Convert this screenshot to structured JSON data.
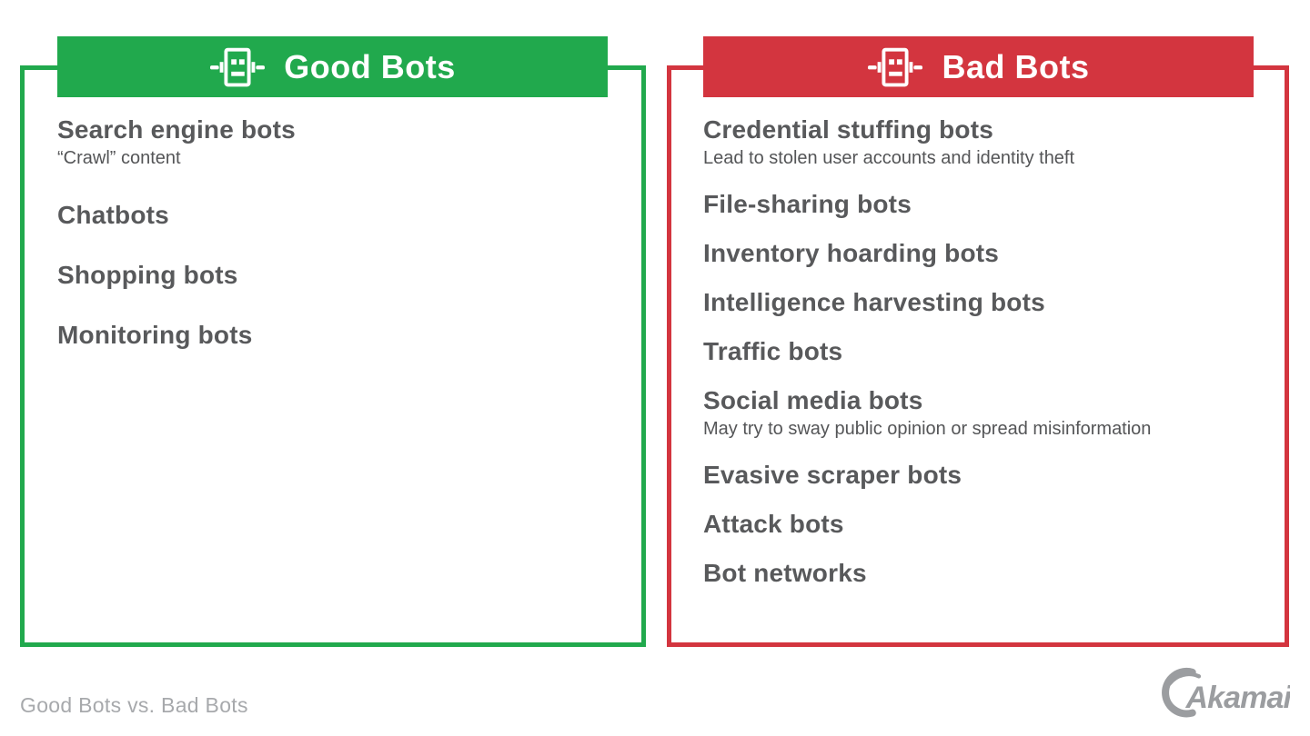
{
  "panels": [
    {
      "id": "good",
      "title": "Good Bots",
      "accent": "#21A94D",
      "items": [
        {
          "label": "Search engine bots",
          "note": "“Crawl” content"
        },
        {
          "label": "Chatbots"
        },
        {
          "label": "Shopping bots"
        },
        {
          "label": "Monitoring bots"
        }
      ]
    },
    {
      "id": "bad",
      "title": "Bad Bots",
      "accent": "#D3353F",
      "items": [
        {
          "label": "Credential stuffing bots",
          "note": "Lead to stolen user accounts and identity theft"
        },
        {
          "label": "File-sharing bots"
        },
        {
          "label": "Inventory hoarding bots"
        },
        {
          "label": "Intelligence harvesting bots"
        },
        {
          "label": "Traffic bots"
        },
        {
          "label": "Social media bots",
          "note": "May try to sway public opinion or spread misinformation"
        },
        {
          "label": "Evasive scraper bots"
        },
        {
          "label": "Attack bots"
        },
        {
          "label": "Bot networks"
        }
      ]
    }
  ],
  "icons": {
    "header_icon": "robot-icon",
    "logo_mark": "akamai-swoosh-icon"
  },
  "footer": {
    "caption": "Good Bots vs. Bad Bots",
    "logo_text": "Akamai"
  },
  "colors": {
    "good_accent": "#21A94D",
    "bad_accent": "#D3353F",
    "item_text": "#58595B",
    "note_text": "#545557",
    "footer_text": "#A7A9AC",
    "logo_gray": "#9B9DA0",
    "background": "#FFFFFF"
  }
}
